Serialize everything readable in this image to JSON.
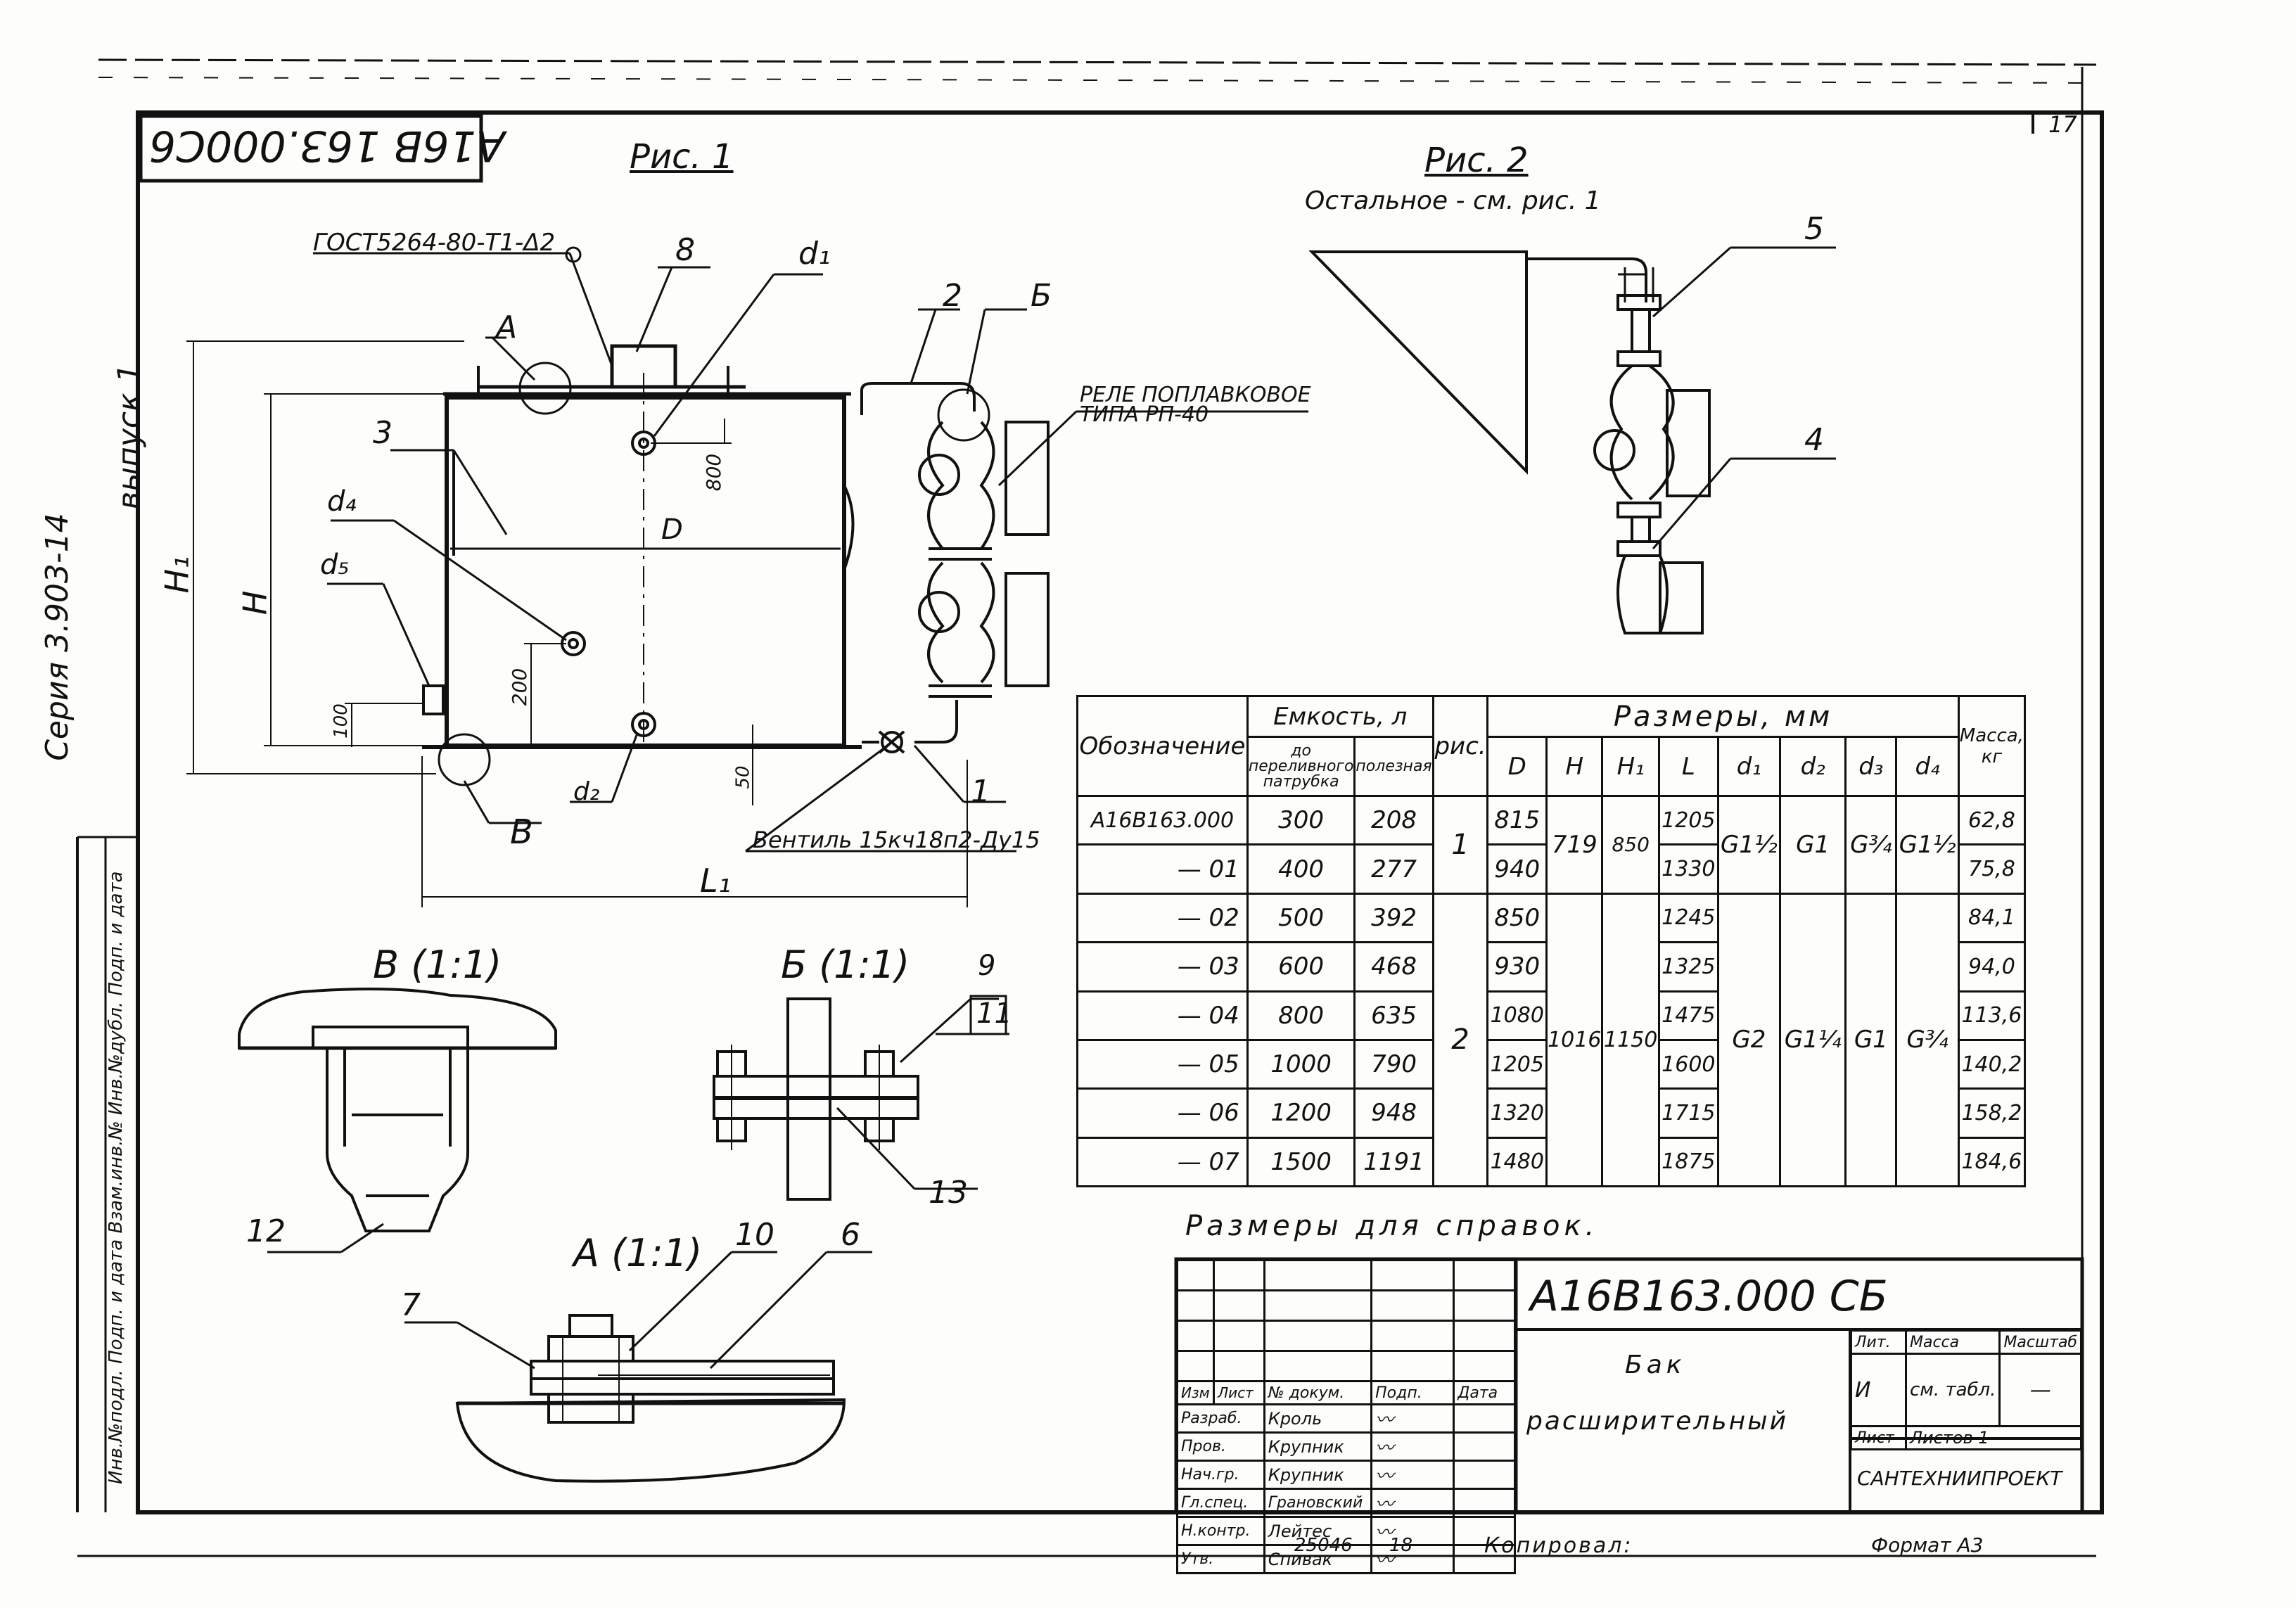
{
  "stamp_code": "А16В 163.000С6",
  "sheet_number": "17",
  "side_text": {
    "series": "Серия 3.903-14",
    "issue": "выпуск 1",
    "side_labels": "Инв.№подл. Подп. и дата Взам.инв.№ Инв.№дубл. Подп. и дата"
  },
  "figure1": {
    "title": "Рис. 1",
    "gost": "ГОСТ5264-80-Т1-Δ2",
    "callouts": [
      "A",
      "8",
      "d₁",
      "2",
      "Б",
      "3",
      "d₄",
      "d₅",
      "B",
      "d₂",
      "1"
    ],
    "relay": "РЕЛЕ ПОПЛАВКОВОЕ ТИПА РП-40",
    "valve": "Вентиль 15кч18п2-Ду15",
    "dims": [
      "H₁",
      "H",
      "D",
      "800",
      "200",
      "100",
      "50",
      "L₁"
    ]
  },
  "figure2": {
    "title": "Рис. 2",
    "subtitle": "Остальное - см. рис. 1",
    "callouts": [
      "5",
      "4"
    ]
  },
  "detail_V": {
    "title": "В (1:1)",
    "callout": "12"
  },
  "detail_B": {
    "title": "Б (1:1)",
    "callouts": [
      "9",
      "11",
      "13"
    ]
  },
  "detail_A": {
    "title": "А (1:1)",
    "callouts": [
      "10",
      "6",
      "7"
    ]
  },
  "table": {
    "headers": {
      "designation": "Обозначение",
      "capacity": "Емкость, л",
      "cap_overflow": "до переливного патрубка",
      "cap_useful": "полезная",
      "fig": "рис.",
      "sizes": "Размеры, мм",
      "D": "D",
      "H": "H",
      "H1": "H₁",
      "L": "L",
      "d1": "d₁",
      "d2": "d₂",
      "d3": "d₃",
      "d4": "d₄",
      "mass": "Масса, кг"
    },
    "rows": [
      {
        "des": "А16В163.000",
        "c1": "300",
        "c2": "208",
        "D": "815",
        "L": "1205",
        "m": "62,8"
      },
      {
        "des": "— 01",
        "c1": "400",
        "c2": "277",
        "D": "940",
        "L": "1330",
        "m": "75,8"
      },
      {
        "des": "— 02",
        "c1": "500",
        "c2": "392",
        "D": "850",
        "L": "1245",
        "m": "84,1"
      },
      {
        "des": "— 03",
        "c1": "600",
        "c2": "468",
        "D": "930",
        "L": "1325",
        "m": "94,0"
      },
      {
        "des": "— 04",
        "c1": "800",
        "c2": "635",
        "D": "1080",
        "L": "1475",
        "m": "113,6"
      },
      {
        "des": "— 05",
        "c1": "1000",
        "c2": "790",
        "D": "1205",
        "L": "1600",
        "m": "140,2"
      },
      {
        "des": "— 06",
        "c1": "1200",
        "c2": "948",
        "D": "1320",
        "L": "1715",
        "m": "158,2"
      },
      {
        "des": "— 07",
        "c1": "1500",
        "c2": "1191",
        "D": "1480",
        "L": "1875",
        "m": "184,6"
      }
    ],
    "group1": {
      "fig": "1",
      "H": "719",
      "H1": "850",
      "d1": "G1½",
      "d2": "G1",
      "d3": "G¾",
      "d4": "G1½"
    },
    "group2": {
      "fig": "2",
      "H": "1016",
      "H1": "1150",
      "d1": "G2",
      "d2": "G1¼",
      "d3": "G1",
      "d4": "G¾"
    }
  },
  "note": "Размеры для справок.",
  "title_block": {
    "code": "А16В163.000 СБ",
    "name_line1": "Бак",
    "name_line2": "расширительный",
    "col_headers": [
      "Изм",
      "Лист",
      "№ докум.",
      "Подп.",
      "Дата"
    ],
    "roles": [
      {
        "role": "Разраб.",
        "name": "Кроль"
      },
      {
        "role": "Пров.",
        "name": "Крупник"
      },
      {
        "role": "Нач.гр.",
        "name": "Крупник"
      },
      {
        "role": "Гл.спец.",
        "name": "Грановский"
      },
      {
        "role": "Н.контр.",
        "name": "Лейтес"
      },
      {
        "role": "Утв.",
        "name": "Спивак"
      }
    ],
    "lit": "Лит.",
    "mass": "Масса",
    "scale": "Масштаб",
    "lit_value": "И",
    "mass_value": "см. табл.",
    "scale_value": "—",
    "sheet": "Лист",
    "sheets": "Листов 1",
    "org": "САНТЕХНИИПРОЕКТ"
  },
  "footer": {
    "number": "25046",
    "sub": "18",
    "copied": "Копировал:",
    "format": "Формат А3"
  }
}
